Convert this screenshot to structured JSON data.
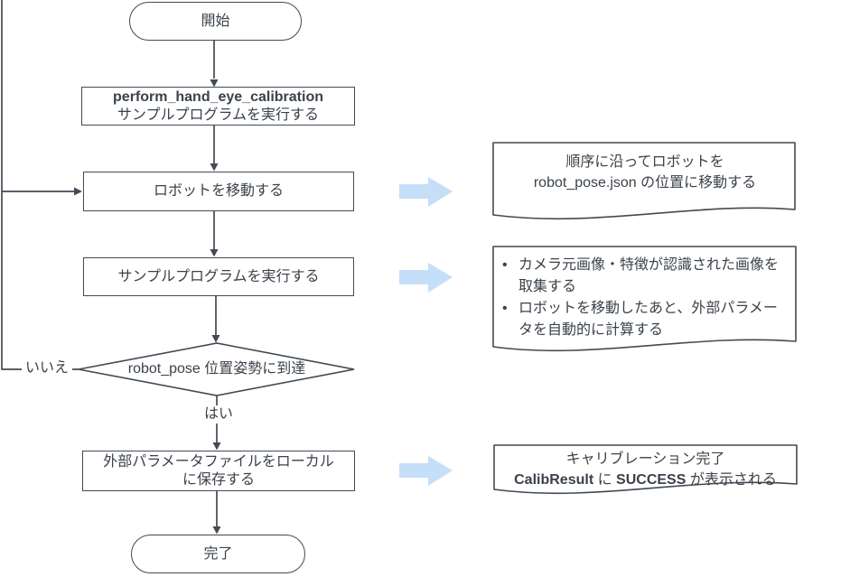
{
  "flow": {
    "start_label": "開始",
    "step1_line1": "perform_hand_eye_calibration",
    "step1_line2": "サンプルプログラムを実行する",
    "step2_label": "ロボットを移動する",
    "step3_label": "サンプルプログラムを実行する",
    "decision_label": "robot_pose 位置姿勢に到達",
    "branch_no": "いいえ",
    "branch_yes": "はい",
    "step4_line1": "外部パラメータファイルをローカル",
    "step4_line2": "に保存する",
    "end_label": "完了"
  },
  "notes": {
    "note1": {
      "line1": "順序に沿ってロボットを",
      "line2": "robot_pose.json の位置に移動する"
    },
    "note2": {
      "items": [
        "カメラ元画像・特徴が認識された画像を取集する",
        "ロボットを移動したあと、外部パラメータを自動的に計算する"
      ],
      "bullet_glyph": "•"
    },
    "note3": {
      "line1": "キャリブレーション完了",
      "line2_bold1": "CalibResult",
      "line2_mid": " に ",
      "line2_bold2": "SUCCESS",
      "line2_tail": " が表示される"
    }
  },
  "colors": {
    "line": "#434a52",
    "text": "#3b424a",
    "blue_arrow": "#c5dff9"
  }
}
